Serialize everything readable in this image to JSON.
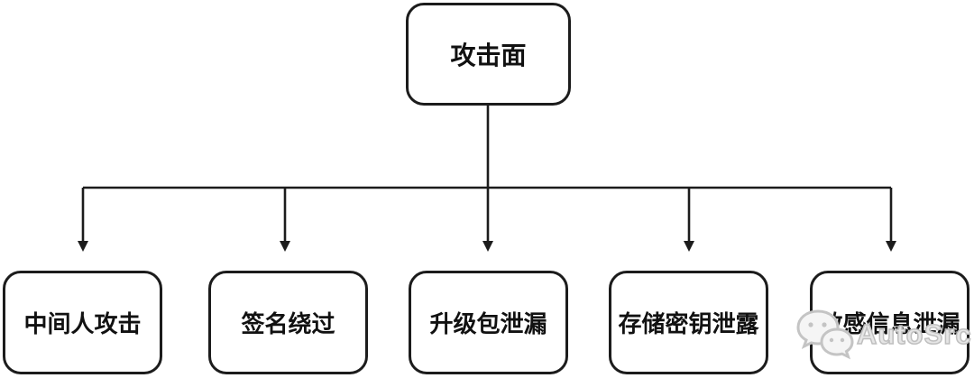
{
  "diagram": {
    "title": "attack-surface-tree",
    "root": {
      "label": "攻击面"
    },
    "children": [
      {
        "label": "中间人攻击"
      },
      {
        "label": "签名绕过"
      },
      {
        "label": "升级包泄漏"
      },
      {
        "label": "存储密钥泄露"
      },
      {
        "label": "敏感信息泄漏"
      }
    ]
  },
  "watermark": {
    "text": "AutoSrc",
    "icon": "wechat-icon"
  },
  "colors": {
    "background": "#ffffff",
    "node_border": "#1c1c1c",
    "node_text": "#111111",
    "connector": "#1c1c1c",
    "watermark": "#c4c4c4"
  }
}
